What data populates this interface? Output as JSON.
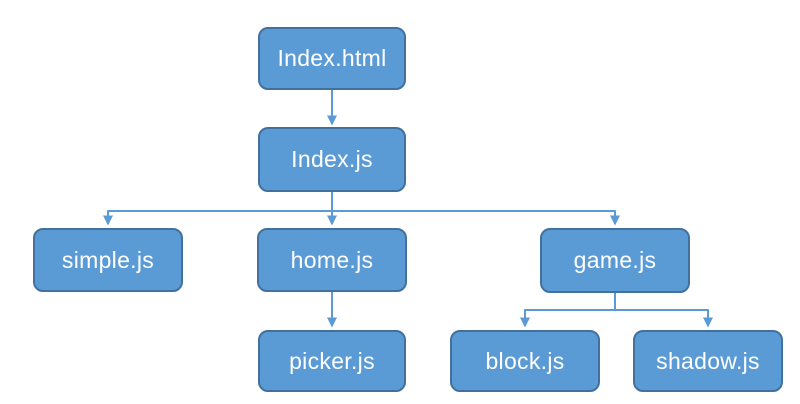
{
  "diagram": {
    "type": "flowchart",
    "background": "#ffffff",
    "colors": {
      "node_fill": "#5b9bd5",
      "node_border": "#41719c",
      "connector": "#5b9bd5",
      "text": "#ffffff"
    },
    "nodes": [
      {
        "id": "index-html",
        "label": "Index.html",
        "level": 1
      },
      {
        "id": "index-js",
        "label": "Index.js",
        "level": 2
      },
      {
        "id": "simple-js",
        "label": "simple.js",
        "level": 3
      },
      {
        "id": "home-js",
        "label": "home.js",
        "level": 3
      },
      {
        "id": "game-js",
        "label": "game.js",
        "level": 3
      },
      {
        "id": "picker-js",
        "label": "picker.js",
        "level": 4
      },
      {
        "id": "block-js",
        "label": "block.js",
        "level": 4
      },
      {
        "id": "shadow-js",
        "label": "shadow.js",
        "level": 4
      }
    ],
    "edges": [
      {
        "from": "index-html",
        "to": "index-js"
      },
      {
        "from": "index-js",
        "to": "simple-js"
      },
      {
        "from": "index-js",
        "to": "home-js"
      },
      {
        "from": "index-js",
        "to": "game-js"
      },
      {
        "from": "home-js",
        "to": "picker-js"
      },
      {
        "from": "game-js",
        "to": "block-js"
      },
      {
        "from": "game-js",
        "to": "shadow-js"
      }
    ]
  }
}
